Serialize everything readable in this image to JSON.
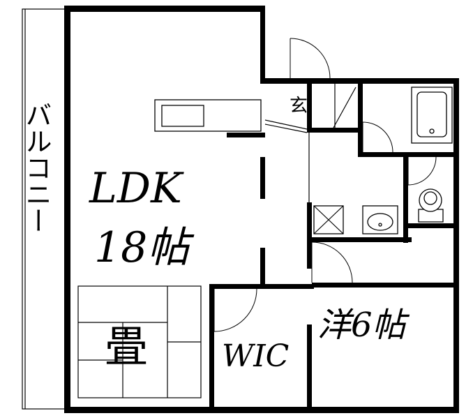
{
  "rooms": {
    "balcony": {
      "label": "バルコニー"
    },
    "ldk": {
      "label_line1": "LDK",
      "label_line2": "18帖"
    },
    "tatami": {
      "label": "畳"
    },
    "western": {
      "label": "洋6帖"
    },
    "wic": {
      "label": "WIC"
    },
    "entrance": {
      "label": "玄"
    }
  },
  "colors": {
    "wall": "#000000",
    "background": "#ffffff"
  }
}
